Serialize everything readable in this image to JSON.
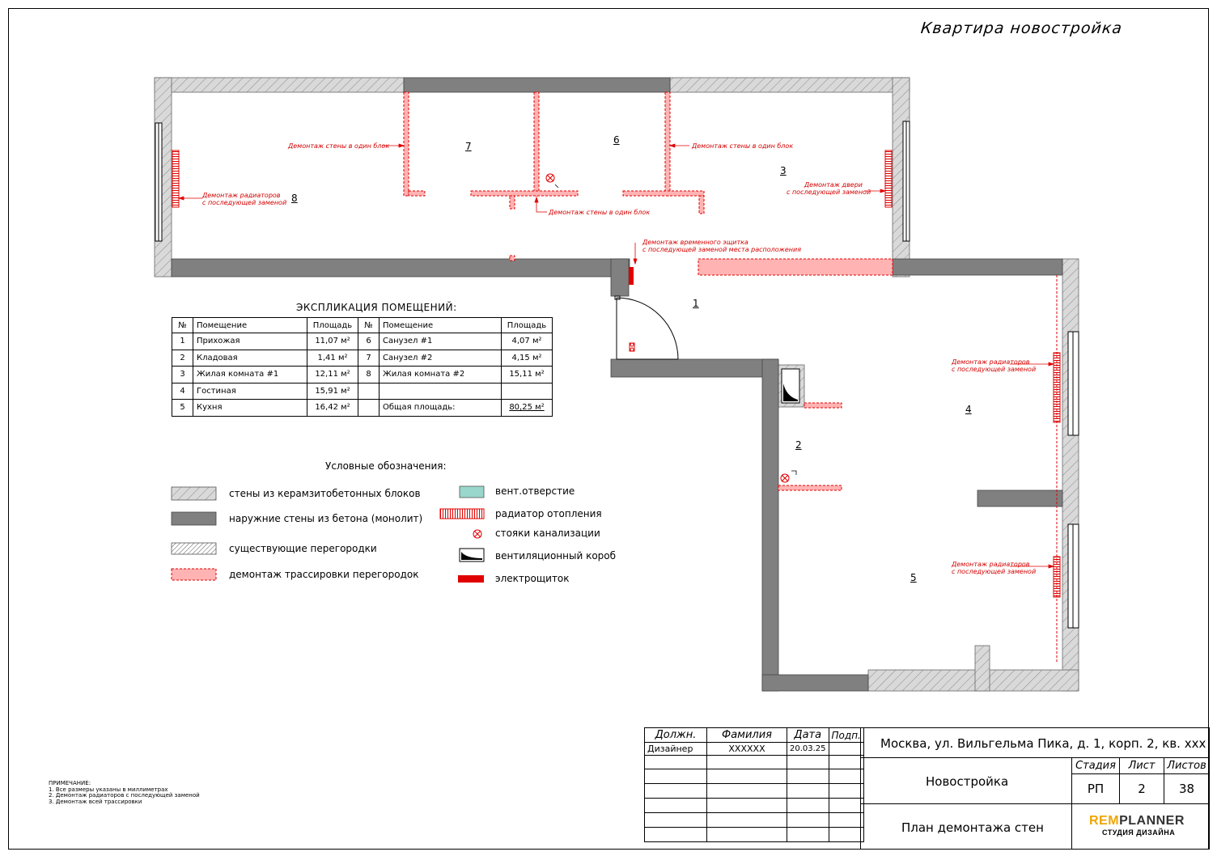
{
  "title": "Квартира новостройка",
  "rooms": [
    "7",
    "6",
    "3",
    "8",
    "1",
    "2",
    "4",
    "5"
  ],
  "annotations": {
    "wall_demo_left": "Демонтаж стены в один блок",
    "wall_demo_right": "Демонтаж стены в один блок",
    "wall_demo_center": "Демонтаж стены в один блок",
    "door_demo": [
      "Демонтаж двери",
      "с последующей заменой"
    ],
    "rad_left": [
      "Демонтаж радиаторов",
      "с последующей заменой"
    ],
    "panel_demo": [
      "Демонтаж временного эщитка",
      "с последующей заменой места расположения"
    ],
    "rad_right_top": [
      "Демонтаж радиаторов",
      "с последующей заменой"
    ],
    "rad_right_bottom": [
      "Демонтаж радиаторов",
      "с последующей заменой"
    ]
  },
  "explication": {
    "title": "ЭКСПЛИКАЦИЯ ПОМЕЩЕНИЙ:",
    "headers": [
      "№",
      "Помещение",
      "Площадь",
      "№",
      "Помещение",
      "Площадь"
    ],
    "rows": [
      [
        "1",
        "Прихожая",
        "11,07 м²",
        "6",
        "Санузел #1",
        "4,07 м²"
      ],
      [
        "2",
        "Кладовая",
        "1,41 м²",
        "7",
        "Санузел #2",
        "4,15 м²"
      ],
      [
        "3",
        "Жилая комната #1",
        "12,11 м²",
        "8",
        "Жилая комната #2",
        "15,11 м²"
      ],
      [
        "4",
        "Гостиная",
        "15,91 м²",
        "",
        "",
        ""
      ],
      [
        "5",
        "Кухня",
        "16,42 м²",
        "",
        "Общая площадь:",
        "80,25 м²"
      ]
    ]
  },
  "legend": {
    "title": "Условные обозначения:",
    "items": [
      "стены из керамзитобетонных блоков",
      "наружние стены из бетона (монолит)",
      "существующие перегородки",
      "демонтаж трассировки перегородок",
      "вент.отверстие",
      "радиатор отопления",
      "стояки канализации",
      "вентиляционный короб",
      "электрощиток"
    ]
  },
  "note": {
    "title": "ПРИМЕЧАНИЕ:",
    "lines": [
      "1. Все размеры указаны в миллиметрах",
      "2. Демонтаж радиаторов с последующей заменой",
      "3. Демонтаж всей трассировки"
    ]
  },
  "stamp": {
    "headers": [
      "Должн.",
      "Фамилия",
      "Дата",
      "Подп."
    ],
    "role": "Дизайнер",
    "surname": "XXXXXX",
    "date": "20.03.25",
    "address": "Москва, ул. Вильгельма Пика, д. 1, корп. 2, кв. ххх",
    "object": "Новостройка",
    "sheet_title": "План демонтажа стен",
    "stage_label": "Стадия",
    "sheet_label": "Лист",
    "sheets_label": "Листов",
    "stage": "РП",
    "sheet": "2",
    "sheets": "38",
    "logo_main": "REMPLANNER",
    "logo_sub": "СТУДИЯ ДИЗАЙНА"
  },
  "colors": {
    "concrete": "#808080",
    "demolition": "#e00000",
    "demolition_fill": "#ffb3b3",
    "vent": "#99d6cc",
    "panel": "#e00000"
  }
}
